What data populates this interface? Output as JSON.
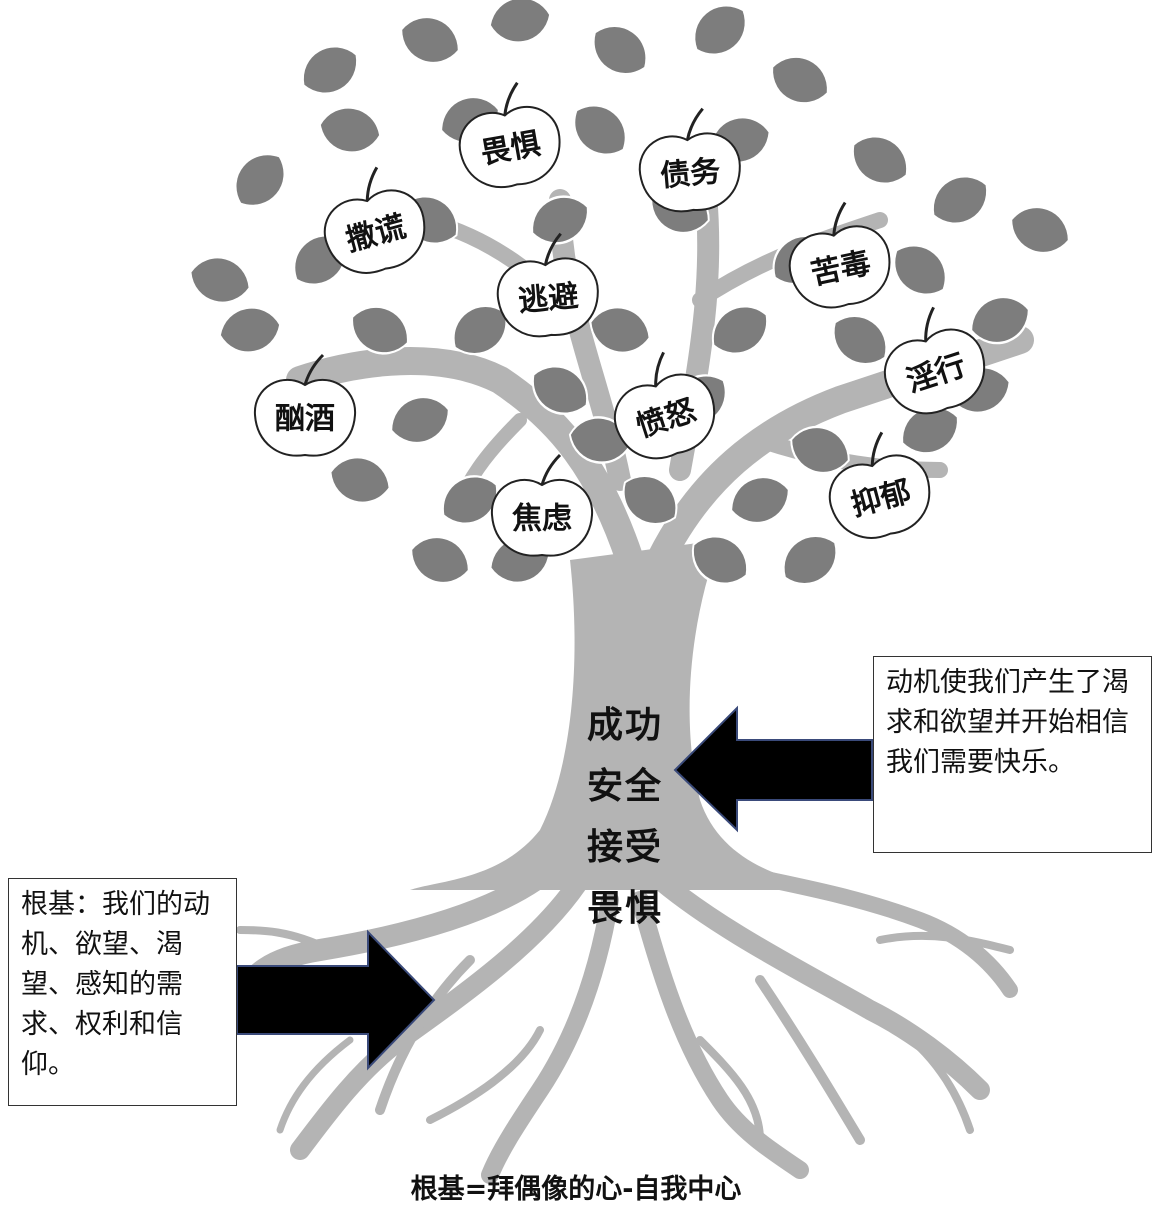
{
  "fruits": [
    "畏惧",
    "债务",
    "撒谎",
    "苦毒",
    "逃避",
    "酗酒",
    "淫行",
    "愤怒",
    "焦虑",
    "抑郁"
  ],
  "trunk_words": [
    "成功",
    "安全",
    "接受",
    "畏惧"
  ],
  "note_right": "动机使我们产生了渴求和欲望并开始相信我们需要快乐。",
  "note_left": "根基：我们的动机、欲望、渴望、感知的需求、权利和信仰。",
  "caption": "根基=拜偶像的心-自我中心",
  "colors": {
    "leaf": "#7d7d7d",
    "trunk": "#b4b4b4",
    "arrow": "#000000",
    "arrow_edge": "#3a4a7a"
  }
}
